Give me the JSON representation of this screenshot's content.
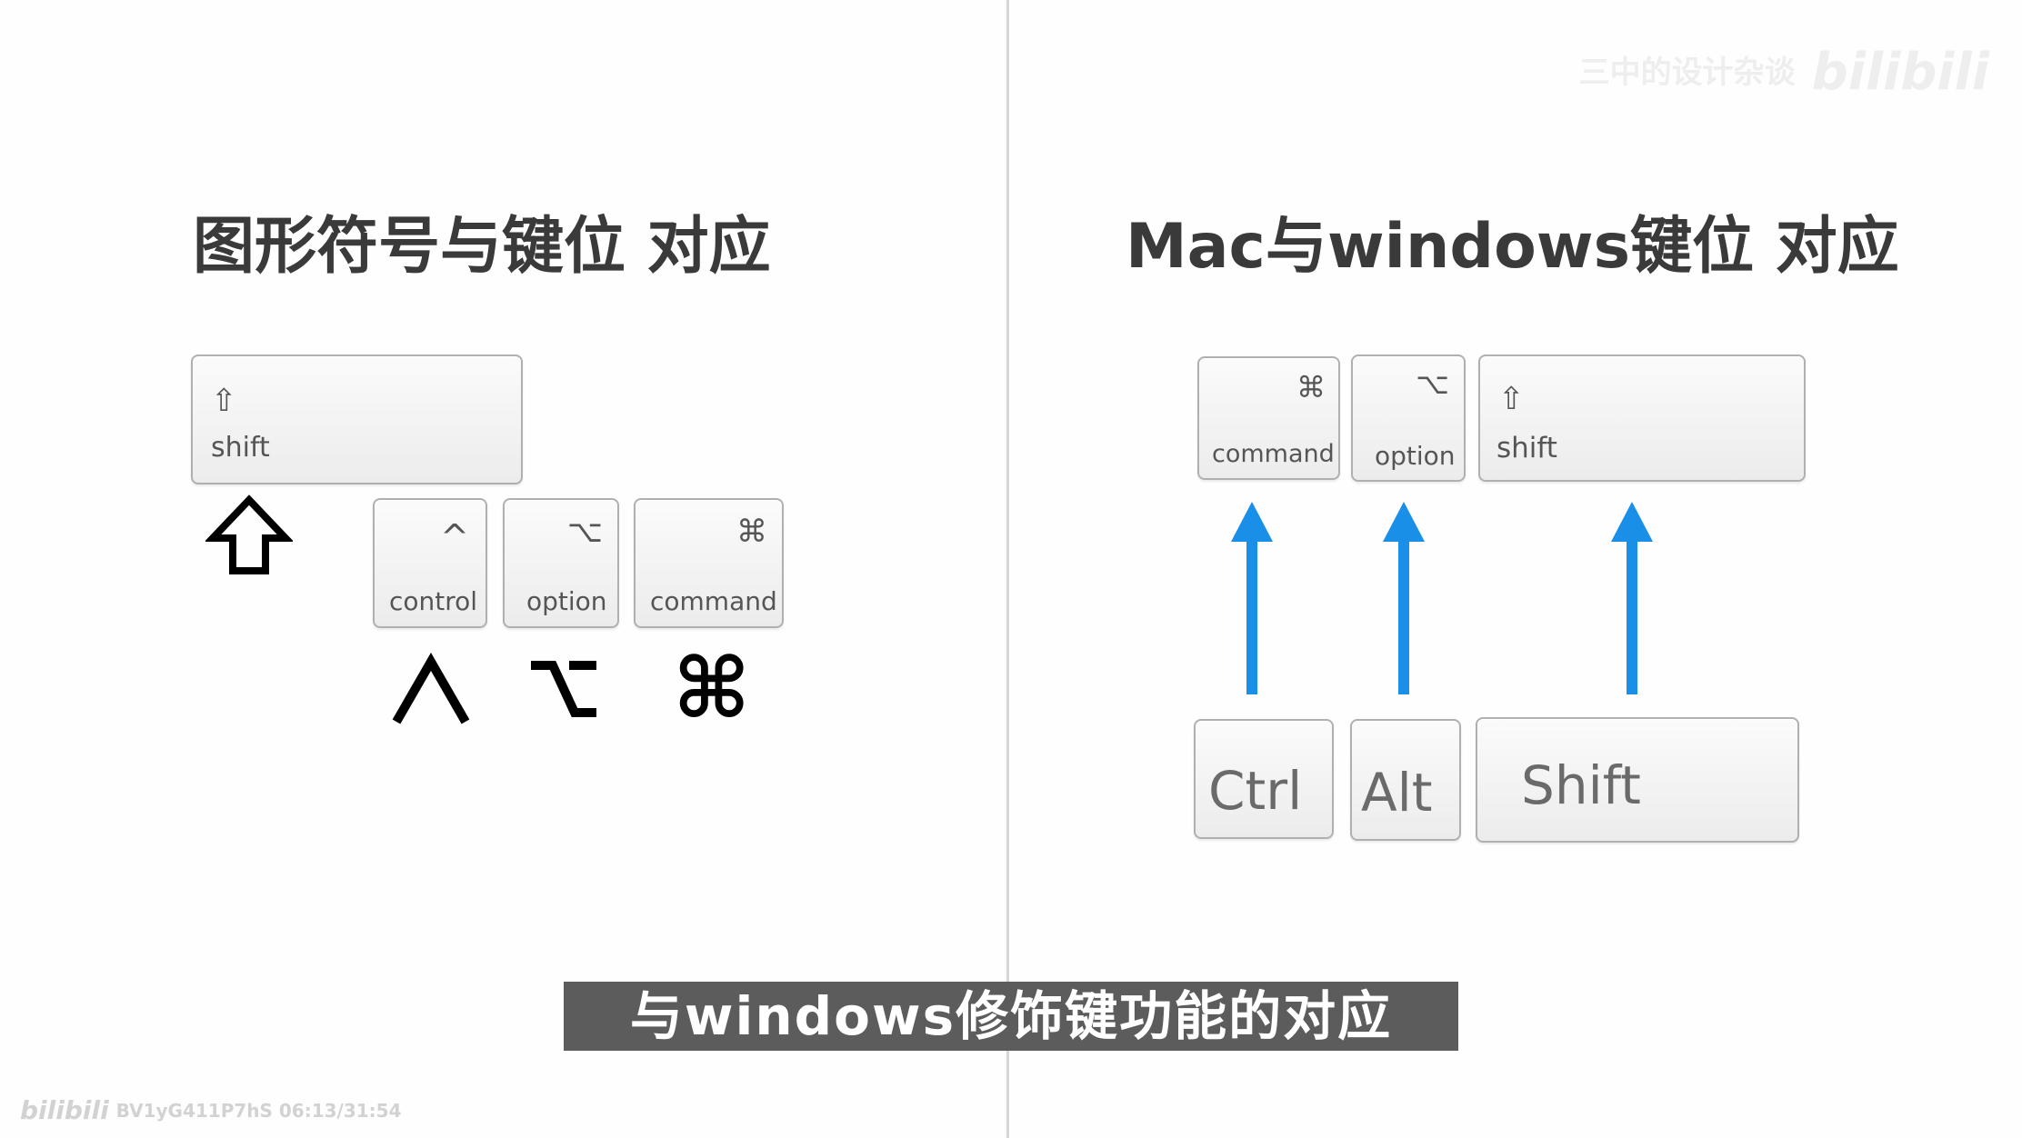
{
  "left_panel": {
    "title": "图形符号与键位  对应",
    "keys": {
      "shift": {
        "symbol": "⇧",
        "label": "shift"
      },
      "control": {
        "symbol": "^",
        "label": "control"
      },
      "option": {
        "symbol": "⌥",
        "label": "option"
      },
      "command": {
        "symbol": "⌘",
        "label": "command"
      }
    },
    "big_symbols": {
      "shift": "⇧",
      "control": "⋀",
      "option": "⌥",
      "command": "⌘"
    }
  },
  "right_panel": {
    "title": "Mac与windows键位 对应",
    "mac_keys": {
      "command": {
        "symbol": "⌘",
        "label": "command"
      },
      "option": {
        "symbol": "⌥",
        "label": "option"
      },
      "shift": {
        "symbol": "⇧",
        "label": "shift"
      }
    },
    "windows_keys": {
      "ctrl": "Ctrl",
      "alt": "Alt",
      "shift": "Shift"
    },
    "arrow_color": "#1a8fe8"
  },
  "subtitle": "与windows修饰键功能的对应",
  "watermark_top": {
    "name": "三中的设计杂谈",
    "logo": "bilibili"
  },
  "watermark_bottom": {
    "logo": "bilibili",
    "video_id": "BV1yG411P7hS 06:13/31:54"
  }
}
